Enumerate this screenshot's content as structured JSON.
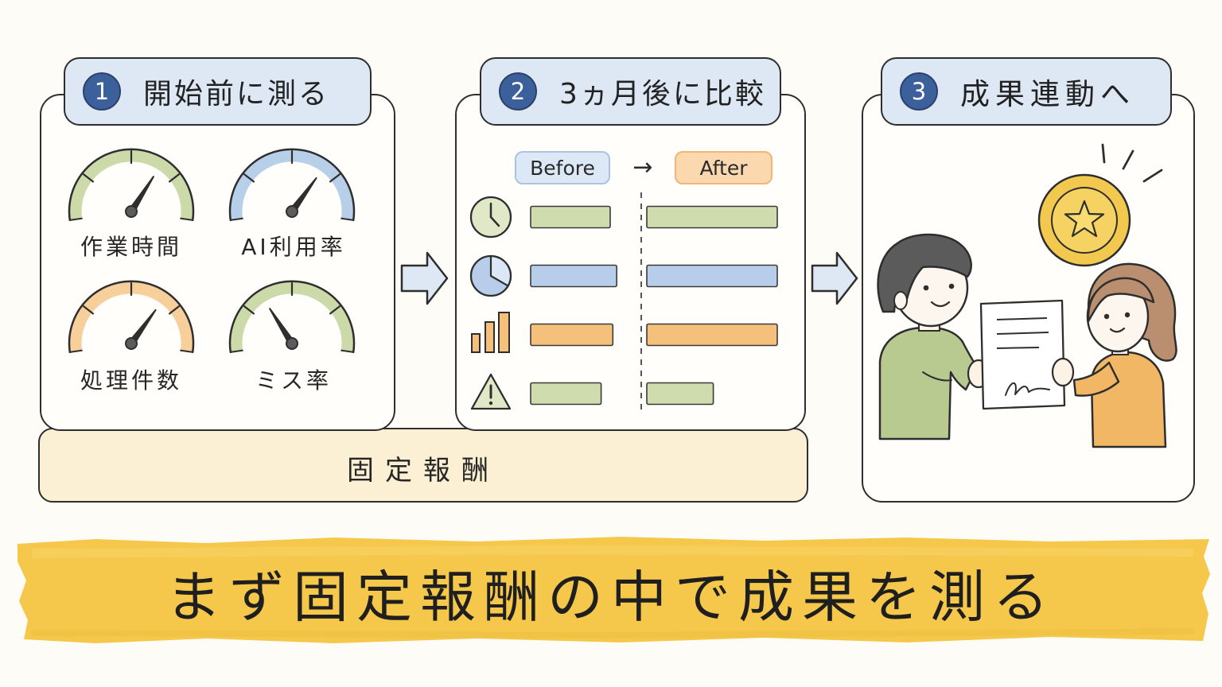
{
  "steps": [
    {
      "number": "1",
      "title": "開始前に測る",
      "gauges": [
        {
          "label": "作業時間",
          "color": "#cbdaa8",
          "level": 0.68
        },
        {
          "label": "AI利用率",
          "color": "#b8cfea",
          "level": 0.7
        },
        {
          "label": "処理件数",
          "color": "#f6cf9b",
          "level": 0.7
        },
        {
          "label": "ミス率",
          "color": "#cbdaa8",
          "level": 0.32
        }
      ]
    },
    {
      "number": "2",
      "title": "3ヵ月後に比較",
      "before_label": "Before",
      "arrow": "→",
      "after_label": "After",
      "rows": [
        {
          "icon": "clock-icon",
          "color": "#cfdcae",
          "icon_color": "#e1e8c8",
          "before": 0.61,
          "after": 1.0
        },
        {
          "icon": "pie-chart-icon",
          "color": "#b7cdea",
          "icon_color": "#b7cdea",
          "before": 0.66,
          "after": 1.0
        },
        {
          "icon": "bar-chart-icon",
          "color": "#f5c07c",
          "icon_color": "#f5c07c",
          "before": 0.63,
          "after": 1.0
        },
        {
          "icon": "warning-icon",
          "color": "#cfdcae",
          "icon_color": "#e1e8c8",
          "before": 0.54,
          "after": 0.51
        }
      ]
    },
    {
      "number": "3",
      "title": "成果連動へ",
      "icons": [
        "coin-star-icon",
        "document-icon",
        "person-icon"
      ]
    }
  ],
  "fixed_pay": {
    "label": "固定報酬"
  },
  "banner": {
    "text": "まず固定報酬の中で成果を測る"
  },
  "colors": {
    "step_tab": "#dde8f4",
    "step_number": "#3c609b",
    "fixed_pay": "#fbf0d3",
    "banner": "#f5c84b",
    "coin": "#f2c84f",
    "sweater_green": "#b9ca90",
    "sweater_orange": "#f1b765"
  }
}
